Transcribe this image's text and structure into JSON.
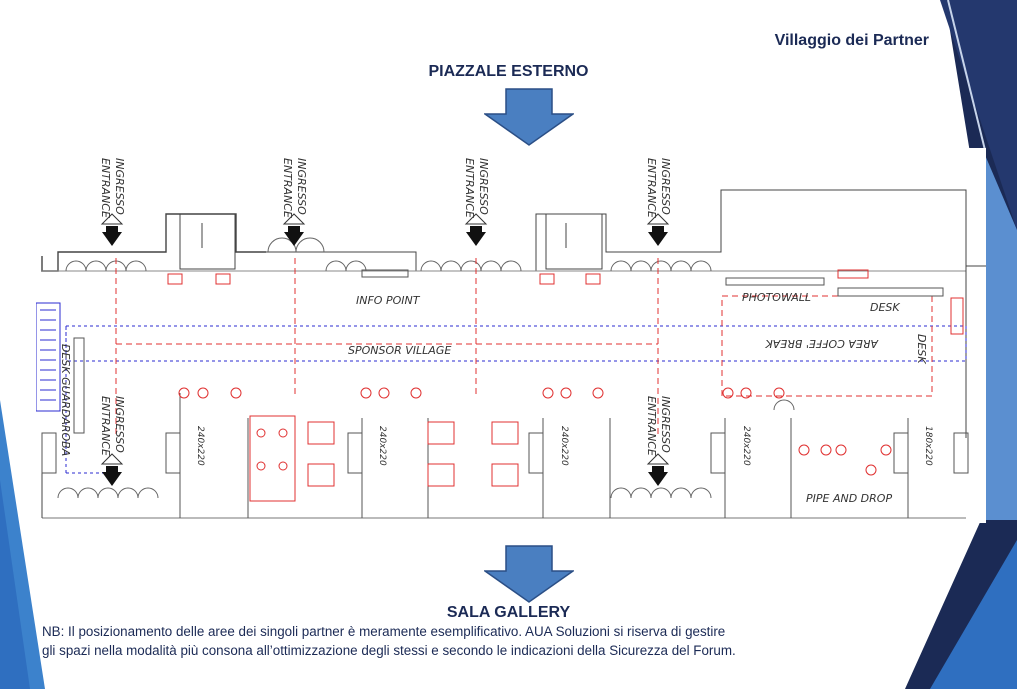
{
  "header": {
    "title": "Villaggio dei Partner"
  },
  "top_area": {
    "label": "PIAZZALE ESTERNO"
  },
  "bottom_area": {
    "label": "SALA GALLERY"
  },
  "plan": {
    "entrance_label_it": "INGRESSO",
    "entrance_label_en": "ENTRANCE",
    "info_point": "INFO POINT",
    "sponsor_village": "SPONSOR VILLAGE",
    "photowall": "PHOTOWALL",
    "desk": "DESK",
    "coffee_break": "AREA COFFE' BREAK",
    "desk_side": "DESK",
    "desk_guardaroba": "DESK GUARDAROBA",
    "pipe_and_drop": "PIPE AND DROP",
    "stand_sizes": [
      "240x220",
      "240x220",
      "240x220",
      "240x220",
      "180x220"
    ]
  },
  "note": {
    "line1": "NB: Il posizionamento delle aree dei singoli partner è meramente esemplificativo. AUA Soluzioni si riserva di gestire",
    "line2": "gli spazi nella modalità più consona all’ottimizzazione degli stessi e secondo le indicazioni della Sicurezza del Forum."
  },
  "colors": {
    "navy": "#1b2a55",
    "arrow_fill": "#4a7fc1",
    "arrow_stroke": "#2b4f86",
    "plan_red": "#e03030",
    "plan_blue": "#2b2bd0"
  }
}
